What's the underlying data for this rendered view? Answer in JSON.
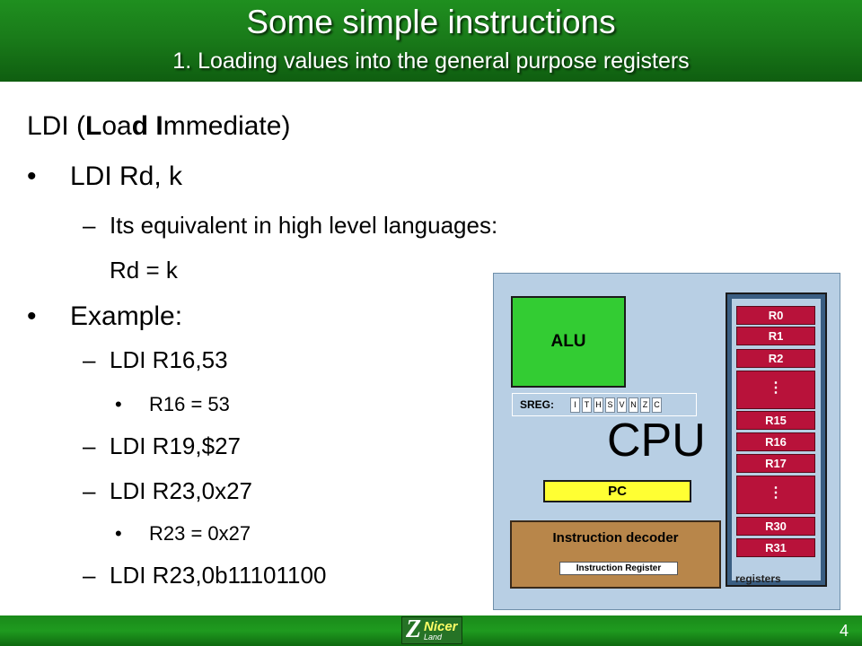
{
  "header": {
    "title": "Some simple instructions",
    "subtitle": "1. Loading values into the general purpose registers"
  },
  "content": {
    "line1": {
      "pre": "LDI (",
      "b1": "L",
      "t1": "oa",
      "b2": "d",
      "t2": " ",
      "b3": "I",
      "t3": "mmediate)"
    },
    "bullet_symbol": "•",
    "dash_symbol": "–",
    "item1": "LDI Rd, k",
    "item1_sub1": "Its equivalent in high level languages:",
    "item1_sub2": "Rd = k",
    "item2": "Example:",
    "ex1": "LDI R16,53",
    "ex1_sub": "R16 = 53",
    "ex2": "LDI R19,$27",
    "ex3": "LDI R23,0x27",
    "ex3_sub": "R23 = 0x27",
    "ex4": "LDI R23,0b11101100"
  },
  "diagram": {
    "alu": "ALU",
    "sreg_label": "SREG:",
    "flags": [
      "I",
      "T",
      "H",
      "S",
      "V",
      "N",
      "Z",
      "C"
    ],
    "cpu": "CPU",
    "pc": "PC",
    "decoder": "Instruction decoder",
    "instruction_register": "Instruction Register",
    "registers": [
      "R0",
      "R1",
      "R2",
      "R15",
      "R16",
      "R17",
      "R30",
      "R31"
    ],
    "ellipsis": "⋮",
    "registers_label": "registers",
    "colors": {
      "alu": "#33cc33",
      "pc": "#ffff33",
      "decoder": "#b8864a",
      "register": "#b8123a",
      "panel": "#b8cfe4"
    }
  },
  "footer": {
    "logo_z": "Z",
    "logo_nicer": "Nicer",
    "logo_land": "Land",
    "page_number": "4"
  }
}
